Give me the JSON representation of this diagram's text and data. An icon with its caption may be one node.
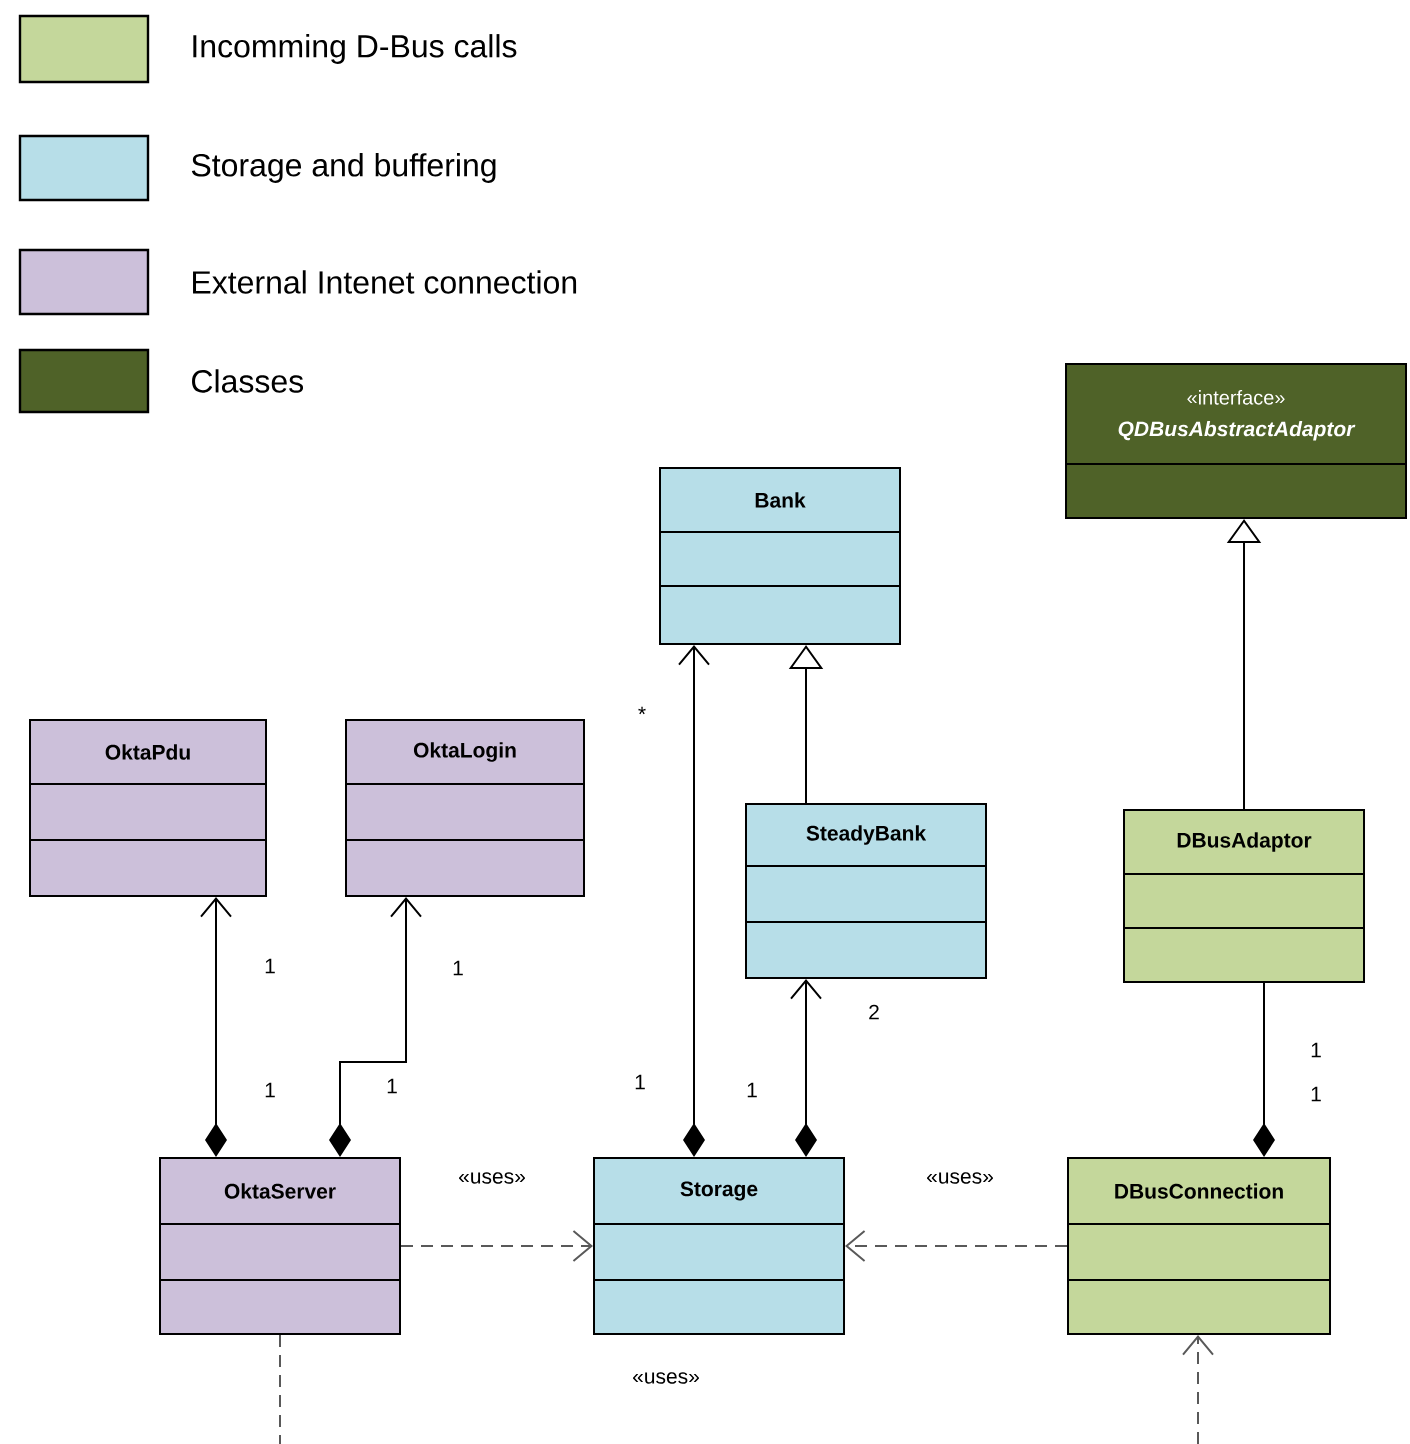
{
  "diagram": {
    "nodes": [
      {
        "text": [
          "Bank"
        ]
      },
      {
        "text": [
          "«interface»",
          "QDBusAbstractAdaptor"
        ]
      },
      {
        "text": [
          "OktaPdu"
        ]
      },
      {
        "text": [
          "OktaLogin"
        ]
      },
      {
        "text": [
          "SteadyBank"
        ]
      },
      {
        "text": [
          "DBusAdaptor"
        ]
      },
      {
        "text": [
          "OktaServer"
        ]
      },
      {
        "text": [
          "Storage"
        ]
      },
      {
        "text": [
          "DBusConnection"
        ]
      }
    ],
    "edges": [
      {
        "from": 7,
        "to": 0,
        "arrow": "to"
      },
      {
        "from": 7,
        "to": 4,
        "arrow": "to"
      },
      {
        "from": 4,
        "to": 0,
        "arrow": "to"
      },
      {
        "from": 5,
        "to": 1,
        "arrow": "to"
      },
      {
        "from": 8,
        "to": 5,
        "arrow": "other"
      },
      {
        "from": 6,
        "to": 7,
        "arrow": "to",
        "label": "«uses»",
        "style": "dashed"
      },
      {
        "from": 8,
        "to": 7,
        "arrow": "to",
        "label": "«uses»",
        "style": "dashed"
      },
      {
        "from": 6,
        "to": 2,
        "arrow": "to"
      },
      {
        "from": 6,
        "to": 3,
        "arrow": "to"
      },
      {
        "from": 6,
        "to": null,
        "arrow": "none",
        "style": "dashed"
      },
      {
        "from": null,
        "to": 8,
        "arrow": "to",
        "style": "dashed"
      }
    ],
    "labels": [
      "*",
      "1",
      "1",
      "2",
      "1",
      "1",
      "1",
      "1",
      "1",
      "1",
      "«uses»"
    ],
    "legend": [
      {
        "text": "Incomming D-Bus calls",
        "color": "#c4d79b"
      },
      {
        "text": "Storage and buffering",
        "color": "#b7dee8"
      },
      {
        "text": "External Intenet connection",
        "color": "#ccc0da"
      },
      {
        "text": "Classes",
        "color": "#4f6228"
      }
    ]
  }
}
